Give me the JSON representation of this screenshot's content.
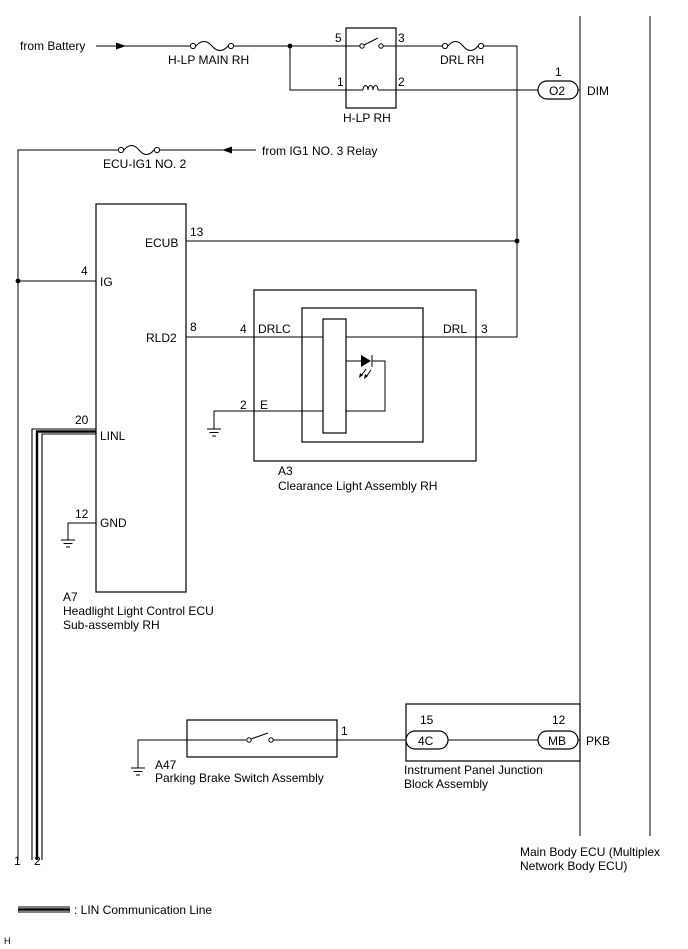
{
  "labels": {
    "from_battery": "from Battery",
    "hlp_main_fuse": "H-LP MAIN RH",
    "drl_fuse": "DRL RH",
    "hlp_relay": "H-LP RH",
    "ecu_ig1_fuse": "ECU-IG1 NO. 2",
    "from_ig1_relay": "from IG1 NO. 3 Relay",
    "lin_legend": ": LIN Communication Line",
    "footer_mark": "H"
  },
  "pins": {
    "relay_5": "5",
    "relay_3": "3",
    "relay_1": "1",
    "relay_2": "2",
    "o2_num": "1",
    "ecub": "13",
    "ig": "4",
    "rld2": "8",
    "linl": "20",
    "gnd": "12",
    "a3_drlc": "4",
    "a3_drl": "3",
    "a3_e": "2",
    "pbs": "1",
    "ipjb_4c": "15",
    "ipjb_mb": "12",
    "bottom_1": "1",
    "bottom_2": "2"
  },
  "headlight_ecu": {
    "code": "A7",
    "name_line1": "Headlight Light Control ECU",
    "name_line2": "Sub-assembly RH",
    "terminals": {
      "ecub": "ECUB",
      "ig": "IG",
      "rld2": "RLD2",
      "linl": "LINL",
      "gnd": "GND"
    }
  },
  "clearance_light": {
    "code": "A3",
    "name": "Clearance Light Assembly RH",
    "terminals": {
      "drlc": "DRLC",
      "drl": "DRL",
      "e": "E"
    }
  },
  "parking_brake": {
    "code": "A47",
    "name": "Parking Brake Switch Assembly"
  },
  "junction_block": {
    "name_line1": "Instrument Panel Junction",
    "name_line2": "Block Assembly",
    "connectors": {
      "c4c": "4C",
      "cmb": "MB"
    }
  },
  "main_body_ecu": {
    "name_line1": "Main Body ECU (Multiplex",
    "name_line2": "Network Body ECU)",
    "connector_o2": "O2",
    "terminals": {
      "dim": "DIM",
      "pkb": "PKB"
    }
  }
}
